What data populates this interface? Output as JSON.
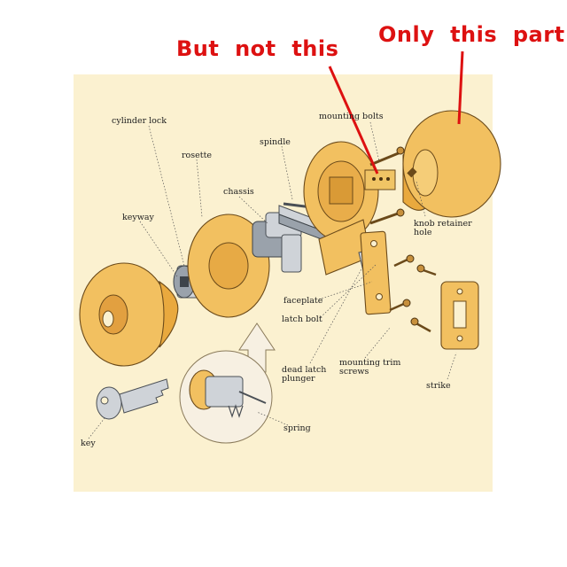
{
  "annotations": {
    "top_right": "Only  this  part",
    "top_center": "But  not  this"
  },
  "labels": {
    "cylinder_lock": "cylinder lock",
    "rosette": "rosette",
    "spindle": "spindle",
    "mounting_bolts": "mounting bolts",
    "chassis": "chassis",
    "keyway": "keyway",
    "knob_retainer_hole": [
      "knob retainer",
      "hole"
    ],
    "faceplate": "faceplate",
    "latch_bolt": "latch bolt",
    "dead_latch_plunger": [
      "dead latch",
      "plunger"
    ],
    "mounting_trim_screws": [
      "mounting trim",
      "screws"
    ],
    "strike": "strike",
    "spring": "spring",
    "key": "key"
  },
  "colors": {
    "panel": "#fbf1d0",
    "brass": "#f2c060",
    "annotation": "#dd1111"
  }
}
